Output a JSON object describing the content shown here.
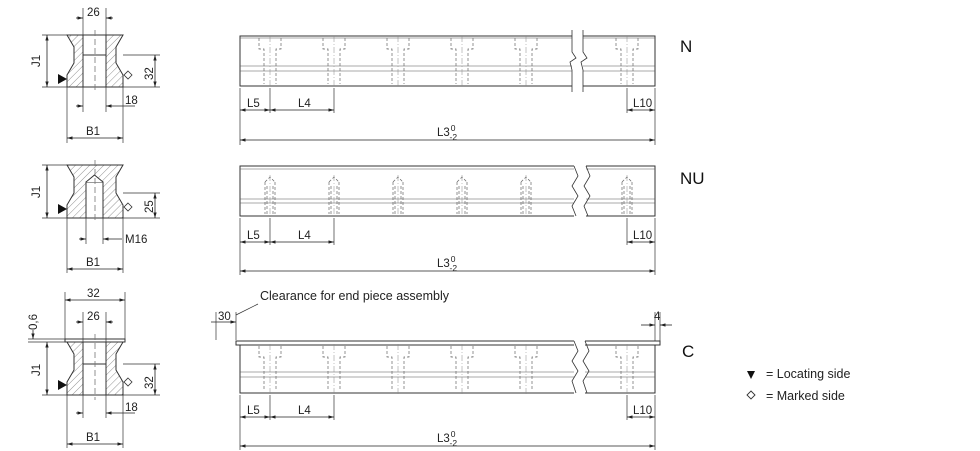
{
  "views": [
    {
      "type_label": "N",
      "top_width": "26",
      "height_label": "J1",
      "height_dim": "32",
      "hole_label": "18",
      "width_label": "B1",
      "l5": "L5",
      "l4": "L4",
      "l10": "L10",
      "length_main": "L3",
      "length_sup": "0",
      "length_sub": "-2"
    },
    {
      "type_label": "NU",
      "height_label": "J1",
      "height_dim": "25",
      "hole_label": "M16",
      "width_label": "B1",
      "l5": "L5",
      "l4": "L4",
      "l10": "L10",
      "length_main": "L3",
      "length_sup": "0",
      "length_sub": "-2"
    },
    {
      "type_label": "C",
      "cap_width": "32",
      "top_width": "26",
      "cap_height": "0,6",
      "height_label": "J1",
      "height_dim": "32",
      "hole_label": "18",
      "width_label": "B1",
      "clearance_note": "Clearance for end piece assembly",
      "end_left": "30",
      "end_right": "4",
      "l5": "L5",
      "l4": "L4",
      "l10": "L10",
      "length_main": "L3",
      "length_sup": "0",
      "length_sub": "-2"
    }
  ],
  "legend": {
    "locating": "= Locating side",
    "marked": "= Marked side"
  }
}
